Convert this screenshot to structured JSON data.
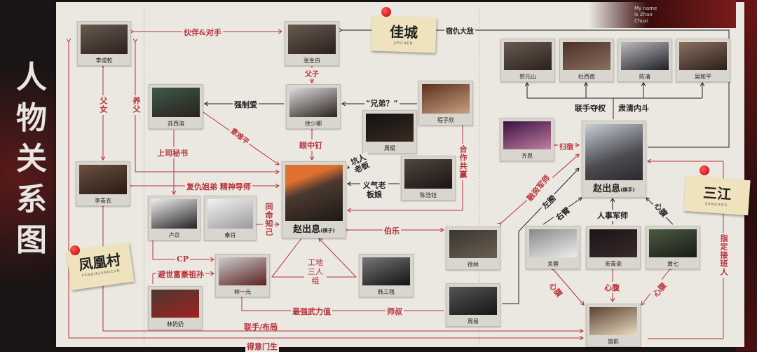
{
  "title": "人物关系图",
  "brand": {
    "caption": "My name is Zhao Chuxi"
  },
  "locations": [
    {
      "name": "佳城",
      "pinyin": "JIACHEN"
    },
    {
      "name": "三江",
      "pinyin": "SANJIANG"
    },
    {
      "name": "凤凰村",
      "pinyin": "FENGHUANGCUN"
    }
  ],
  "characters": {
    "li_chengqian": "李成乾",
    "zhang_shengbai": "张生白",
    "su_xirong": "苏西溶",
    "xu_shaoqing": "徐少卿",
    "cheng_zixin": "程子欣",
    "zhou_bin": "周斌",
    "chen_haoyu": "陈浩钰",
    "li_qingyi": "李青衣",
    "zhao_chuxi_a": {
      "name": "赵出息",
      "note": "(棋子)"
    },
    "lu_yi": "卢苡",
    "qin_xiao": "秦肖",
    "lin_yiyuan": "林一元",
    "lin_nainai": "林奶奶",
    "han_sanqiang": "韩三强",
    "xu_lin": "徐林",
    "zhou_yi": "周易",
    "he_yuanshan": "贺元山",
    "du_xinan": "杜西南",
    "chen_qing": "陈清",
    "wu_heping": "吴和平",
    "qi_si": "齐思",
    "zhao_chuxi_b": {
      "name": "赵出息",
      "note": "(棋手)"
    },
    "guan_rong": "关蓉",
    "song_qingci": "宋青瓷",
    "huang_qi": "黄七",
    "jian_ying": "简影"
  },
  "relations": {
    "partner_rival": "伙伴&对手",
    "sworn_enemy": "宿仇大敌",
    "father_son": "父子",
    "forced_love": "强制爱",
    "brothers": "“兄弟？”",
    "regret": "意难平",
    "thorn": "眼中钉",
    "boss_secretary": "上司秘书",
    "father_daughter": "父女",
    "adoptive_father": "养父",
    "revenge_mentor": "复仇姐弟 精神导师",
    "bad_boss": "坑人老板",
    "loyal_boss_wife": "义气老板娘",
    "win_win": "合作共赢",
    "soulmate": "同命知己",
    "patron": "伯乐",
    "site_trio": "工地三人组",
    "cp": "CP",
    "reclusive": "避世富豪祖孙",
    "strongest": "最强武力值",
    "uncle_master": "师叔",
    "alliance": "联手/布局",
    "disciple": "得意门生",
    "seize_power": "联手夺权",
    "purge": "肃清内斗",
    "destination": "归宿",
    "finance_advisor": "融资军师",
    "left_arm": "左膀",
    "right_arm": "右臂",
    "hr_advisor": "人事军师",
    "confidant": "心腹",
    "successor": "指定接班人"
  },
  "colors": {
    "relation_red": "#b8333b",
    "paper": "#ebe7e1",
    "note": "#efe3bd"
  }
}
